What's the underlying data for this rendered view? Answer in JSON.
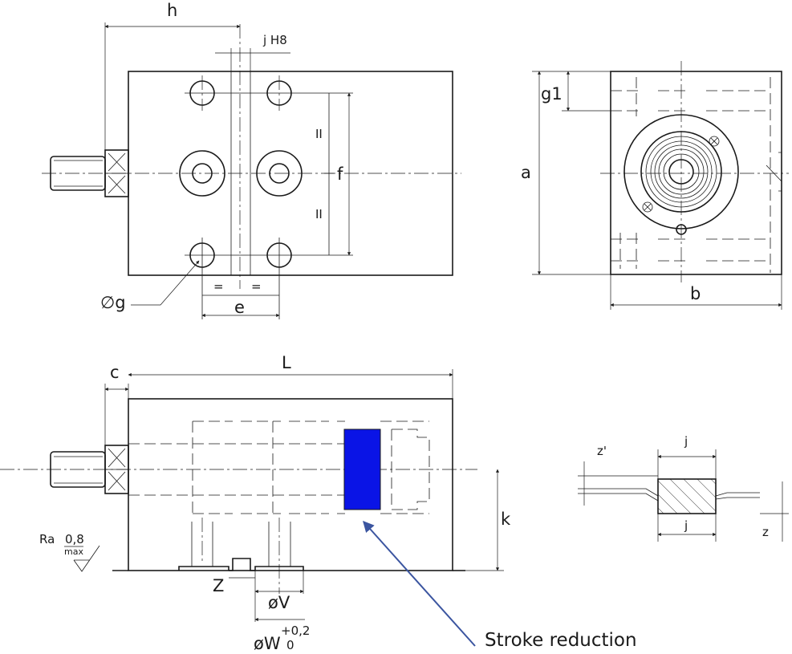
{
  "labels": {
    "h": "h",
    "j_h8": "j H8",
    "f": "f",
    "eq1": "=",
    "eq2": "=",
    "parallel1": "II",
    "parallel2": "II",
    "dia_g": "∅g",
    "e": "e",
    "a": "a",
    "g1": "g1",
    "b": "b",
    "c": "c",
    "L": "L",
    "k": "k",
    "ra": "Ra",
    "ra_value": "0,8",
    "ra_max": "max",
    "Z": "Z",
    "dia_v": "øV",
    "dia_w": "øW",
    "w_tol_upper": "+0,2",
    "w_tol_lower": "0",
    "detail_z_prime": "z'",
    "detail_j_top": "j",
    "detail_j_bottom": "j",
    "detail_z": "z",
    "stroke_reduction": "Stroke reduction"
  },
  "colors": {
    "highlight_block": "#0a14e6",
    "callout_arrow": "#3b55a0",
    "line": "#1a1a1a"
  }
}
